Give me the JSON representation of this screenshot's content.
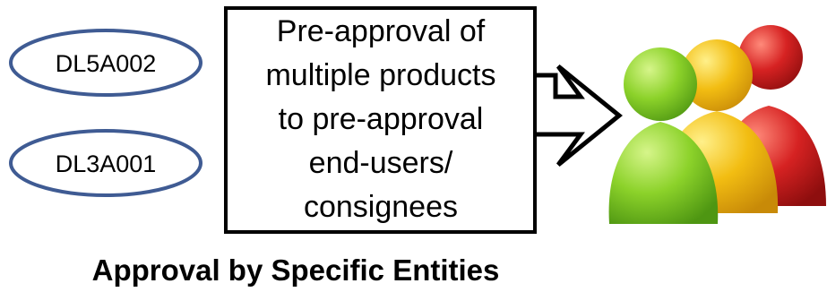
{
  "codes": [
    {
      "label": "DL5A002"
    },
    {
      "label": "DL3A001"
    }
  ],
  "box": {
    "lines": [
      "Pre-approval of",
      "multiple products",
      "to pre-approval",
      "end-users/",
      "consignees"
    ]
  },
  "caption": "Approval by Specific Entities",
  "colors": {
    "oval_stroke": "#3f5b93",
    "person_green": "#8cd22a",
    "person_yellow": "#f2bd12",
    "person_red": "#d62222"
  },
  "icons": {
    "arrow": "arrow-right-icon",
    "people": "people-group-icon"
  }
}
